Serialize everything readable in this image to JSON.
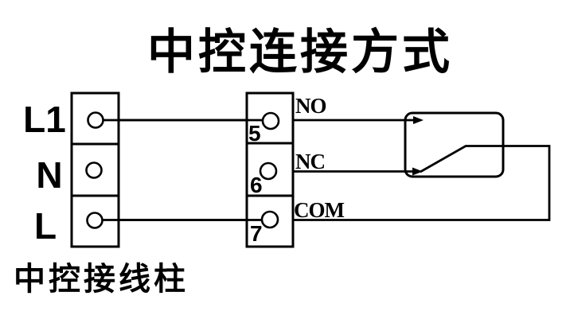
{
  "title": "中控连接方式",
  "caption": "中控接线柱",
  "left_terminal_block": {
    "labels": [
      "L1",
      "N",
      "L"
    ]
  },
  "control_terminal_block": {
    "terminal_numbers": [
      "5",
      "6",
      "7"
    ],
    "contact_labels": [
      "NO",
      "NC",
      "COM"
    ]
  },
  "colors": {
    "line": "#000000",
    "background": "#ffffff"
  }
}
